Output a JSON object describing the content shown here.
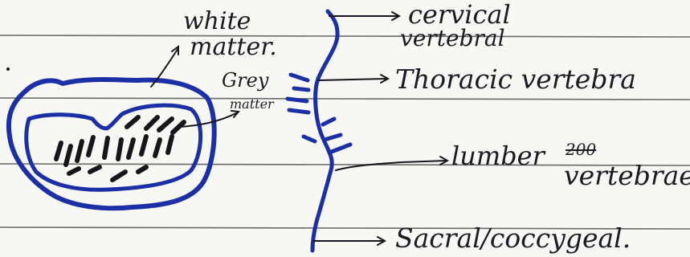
{
  "labels": {
    "white_matter_1": "white",
    "white_matter_2": "matter.",
    "grey_matter_1": "Grey",
    "grey_matter_2": "matter",
    "cervical_1": "cervical",
    "cervical_2": "vertebral",
    "thoracic": "Thoracic vertebra",
    "lumbar": "lumber",
    "lumbar_struck": "200",
    "lumbar_2": "vertebrae.",
    "sacral": "Sacral/coccygeal."
  },
  "colors": {
    "ink_blue": "#1b2fa6",
    "ink_black": "#16161c",
    "rule_line": "#3a3a3a",
    "paper": "#f7f7f4"
  }
}
